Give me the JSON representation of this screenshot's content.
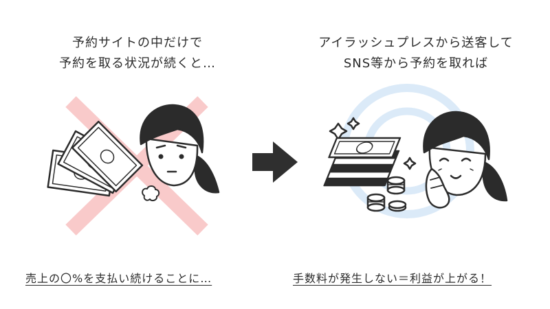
{
  "left_panel": {
    "caption_lines": [
      "予約サイトの中だけで",
      "予約を取る状況が続くと…"
    ],
    "bottom_text": "売上の〇%を支払い続けることに…"
  },
  "right_panel": {
    "caption_lines": [
      "アイラッシュプレスから送客して",
      "SNS等から予約を取れば"
    ],
    "bottom_text": "手数料が発生しない＝利益が上がる！"
  },
  "colors": {
    "cross": "#f9caca",
    "target_rings": "#dbeaf8",
    "arrow": "#2f2f2f",
    "ink": "#2b2b2b"
  },
  "icons": [
    "cross-mark-icon",
    "banknote-icon",
    "arrow-right-icon",
    "coin-icon",
    "sparkle-icon"
  ]
}
